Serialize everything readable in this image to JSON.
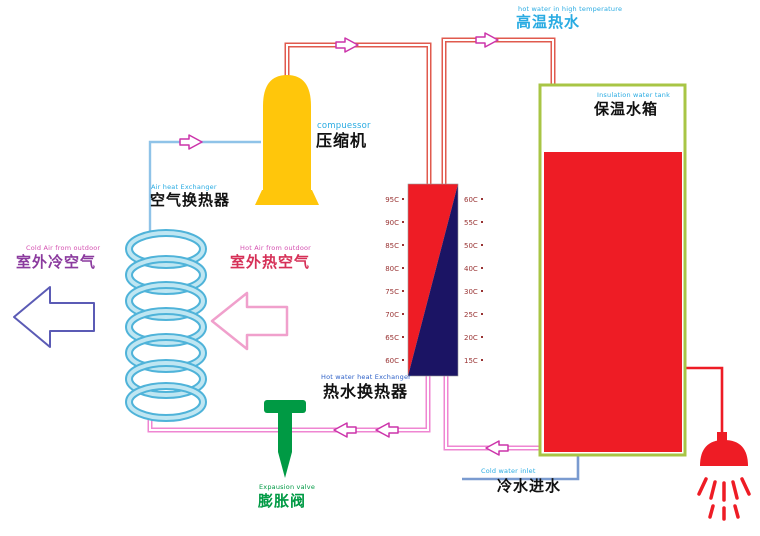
{
  "labels": {
    "hot_water": {
      "en": "hot water in high temperature",
      "zh": "高温热水"
    },
    "tank": {
      "en": "Insulation water tank",
      "zh": "保温水箱"
    },
    "compressor": {
      "en": "compuessor",
      "zh": "压缩机"
    },
    "air_hx": {
      "en": "Air heat Exchanger",
      "zh": "空气换热器"
    },
    "cold_air": {
      "en": "Cold Air from outdoor",
      "zh": "室外冷空气"
    },
    "hot_air": {
      "en": "Hot Air from outdoor",
      "zh": "室外热空气"
    },
    "water_hx": {
      "en": "Hot water heat Exchanger",
      "zh": "热水换热器"
    },
    "valve": {
      "en": "Expausion valve",
      "zh": "膨胀阀"
    },
    "cold_water": {
      "en": "Cold water inlet",
      "zh": "冷水进水"
    }
  },
  "heat_exchanger_temps": {
    "left": [
      "95C",
      "90C",
      "85C",
      "80C",
      "75C",
      "70C",
      "65C",
      "60C"
    ],
    "right": [
      "60C",
      "55C",
      "50C",
      "40C",
      "30C",
      "25C",
      "20C",
      "15C"
    ]
  },
  "colors": {
    "pipe_hot": "#e05a4e",
    "pipe_refrigerant_liquid": "#ef86d2",
    "pipe_cold_water": "#7a9bd0",
    "pipe_suction": "#8fc3e8",
    "compressor_yellow": "#ffc60b",
    "coil_cyan": "#4fb3d9",
    "hx_red": "#ee1c25",
    "hx_blue": "#1b1464",
    "tank_border_green": "#a8c545",
    "tank_fill_red": "#ee1c25",
    "valve_green": "#009a44",
    "shower_red": "#ee1c25",
    "label_cyan": "#29abe2",
    "label_purple": "#8b3a9e",
    "label_pink": "#d63057",
    "temp_text": "#993333"
  }
}
